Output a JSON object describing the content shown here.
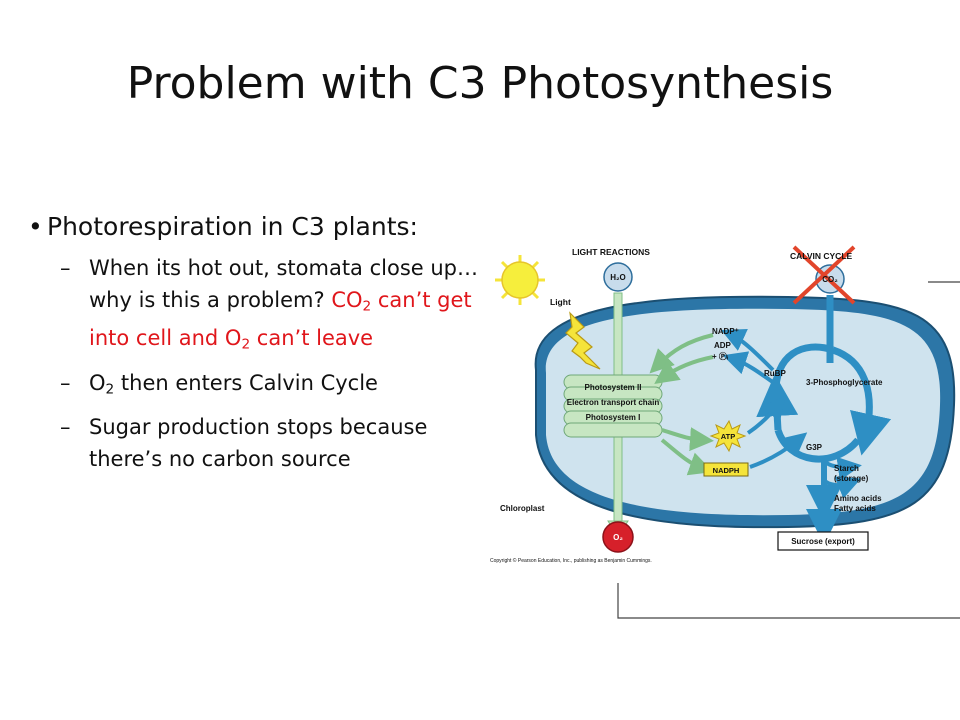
{
  "slide": {
    "title": "Problem with C3 Photosynthesis",
    "bullet_1": "Photorespiration in C3 plants:",
    "sub_1": {
      "text_a": "When its hot out, stomata close up…why is this a problem?",
      "red_co": "CO",
      "red_co_sub": "2",
      "red_mid": " can’t get into cell and O",
      "red_o_sub": "2",
      "red_end": " can’t leave"
    },
    "sub_2": {
      "pre": "O",
      "sub": "2",
      "post": " then enters Calvin Cycle"
    },
    "sub_3": {
      "text": "Sugar production stops because there’s no carbon source"
    }
  },
  "diagram": {
    "light_reactions": "LIGHT REACTIONS",
    "calvin_cycle": "CALVIN CYCLE",
    "h2o": "H₂O",
    "co2": "CO₂",
    "o2": "O₂",
    "light": "Light",
    "nadp": "NADP⁺",
    "adp": "ADP",
    "pi": "+ Ⓟᵢ",
    "ps2": "Photosystem II",
    "etc": "Electron transport chain",
    "ps1": "Photosystem I",
    "atp": "ATP",
    "nadph": "NADPH",
    "rubp": "RuBP",
    "pga": "3-Phosphoglycerate",
    "g3p": "G3P",
    "starch": "Starch",
    "storage": "(storage)",
    "amino": "Amino acids",
    "fatty": "Fatty acids",
    "chloroplast": "Chloroplast",
    "sucrose": "Sucrose (export)",
    "copyright": "Copyright © Pearson Education, Inc., publishing as Benjamin Cummings."
  },
  "colors": {
    "red_text": "#e0161b",
    "x_mark": "#e2452b",
    "stroma": "#cfe3ee",
    "arrow_blue": "#2e8fc4",
    "membrane_green": "#c7e6c2",
    "atp_yellow": "#f5e43a",
    "o2_red": "#d6202a"
  }
}
